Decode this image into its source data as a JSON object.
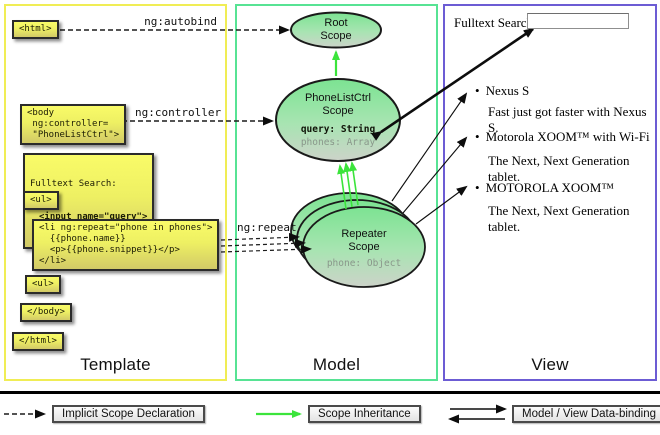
{
  "template_column": {
    "title": "Template",
    "labels": {
      "autobind": "ng:autobind",
      "controller": "ng:controller",
      "repeat": "ng:repeat"
    },
    "boxes": {
      "html_open": "<html>",
      "body_open": "<body\n ng:controller=\n \"PhoneListCtrl\">",
      "fulltext_label": "Fulltext Search:",
      "fulltext_input": "<input name=\"query\">",
      "ul_open": "<ul>",
      "li_repeat": "<li ng:repeat=\"phone in phones\">\n  {{phone.name}}\n  <p>{{phone.snippet}}</p>\n</li>",
      "ul_close": "<ul>",
      "body_close": "</body>",
      "html_close": "</html>"
    }
  },
  "model_column": {
    "title": "Model",
    "root_scope": {
      "name": "Root\nScope"
    },
    "phonelist_scope": {
      "name": "PhoneListCtrl\nScope",
      "prop_query": "query: String",
      "prop_phones": "phones: Array"
    },
    "repeater_scope": {
      "name": "Repeater\nScope",
      "prop_phone": "phone: Object"
    }
  },
  "view_column": {
    "title": "View",
    "search_label": "Fulltext Search:",
    "search_value": "",
    "items": [
      {
        "title": "Nexus S",
        "snippet": "Fast just got faster with Nexus S."
      },
      {
        "title": "Motorola XOOM™ with Wi-Fi",
        "snippet": "The Next, Next Generation tablet."
      },
      {
        "title": "MOTOROLA XOOM™",
        "snippet": "The Next, Next Generation tablet."
      }
    ]
  },
  "legend": {
    "implicit": "Implicit Scope Declaration",
    "inheritance": "Scope Inheritance",
    "databinding": "Model / View Data-binding"
  },
  "colors": {
    "template_border": "#f0ed55",
    "model_border": "#57e394",
    "view_border": "#6c5cd4",
    "scope_fill_top": "#7ce392",
    "scope_fill_bottom": "#ccd3c9",
    "inheritance_arrow": "#3be43b",
    "code_box_top": "#f9fb68",
    "code_box_bottom": "#d2ca67"
  }
}
